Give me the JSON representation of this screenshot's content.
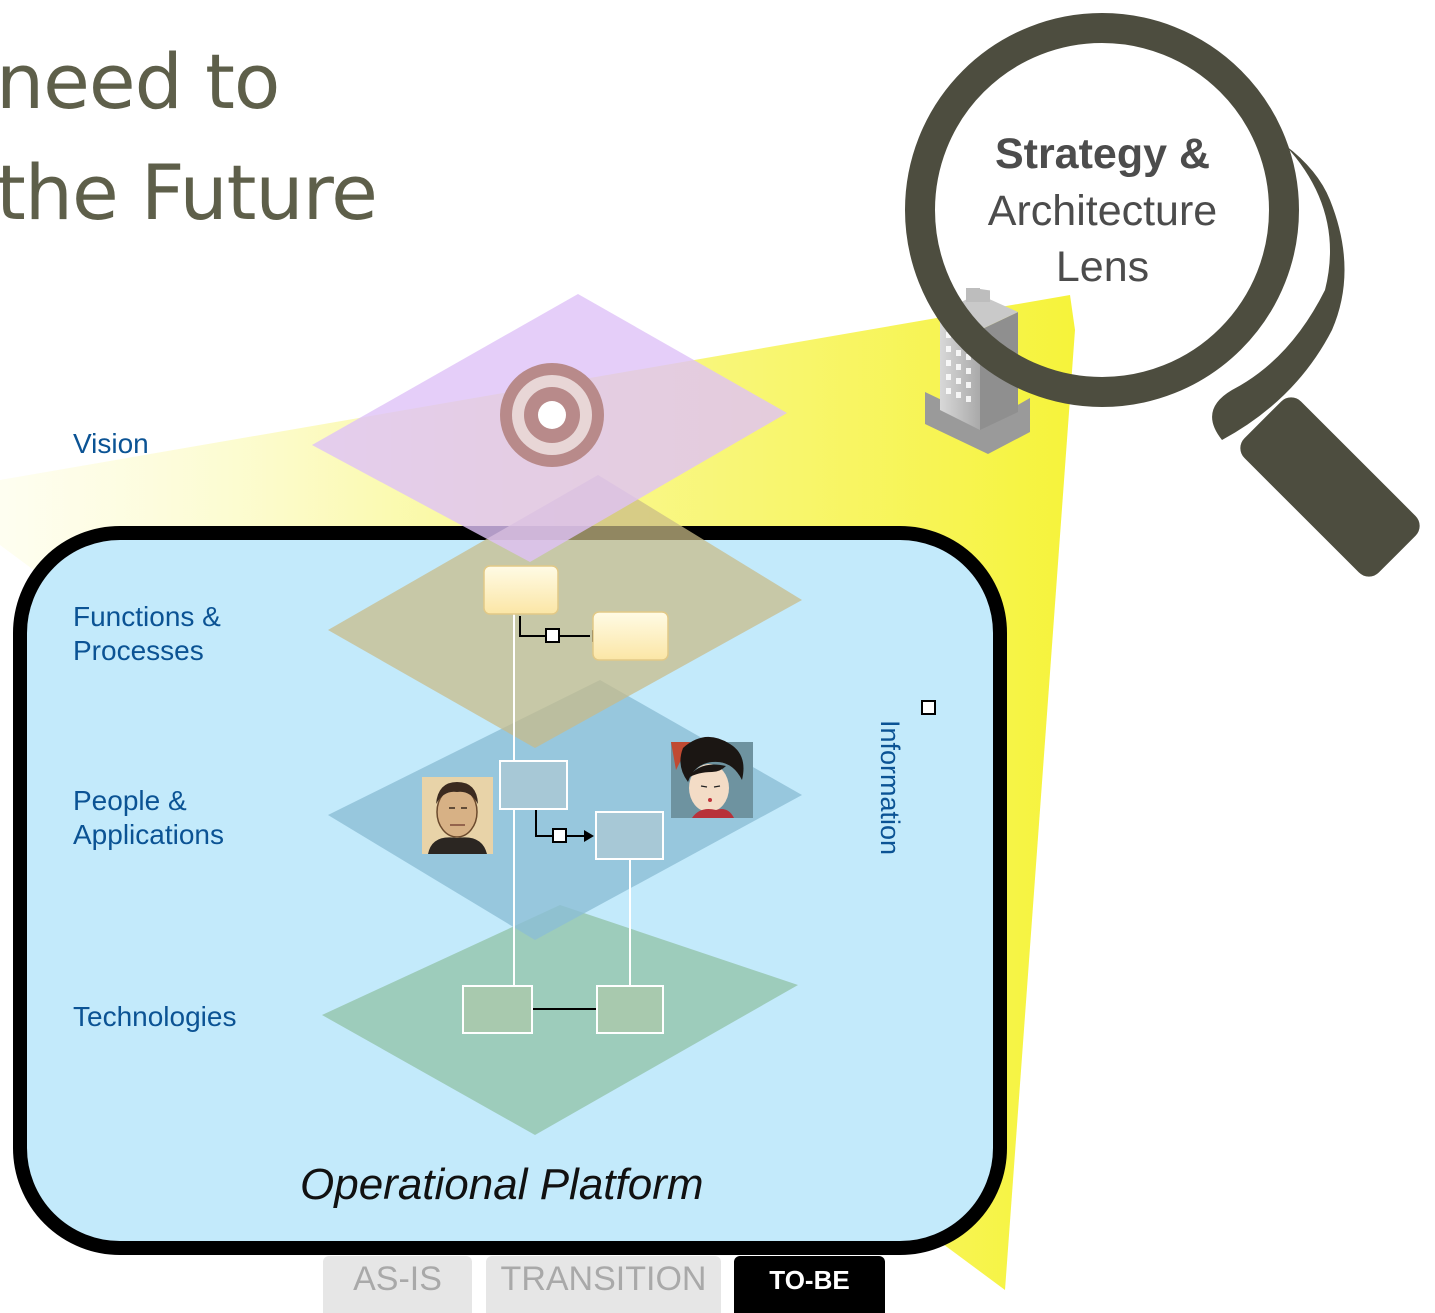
{
  "heading": {
    "line1": "need to",
    "line2": "the Future"
  },
  "lens": {
    "bold": "Strategy &",
    "line2": "Architecture",
    "line3": "Lens",
    "color": "#4d4d3f"
  },
  "layers": [
    {
      "key": "vision",
      "label": "Vision",
      "color": "#e3c9f7"
    },
    {
      "key": "functions",
      "label": "Functions &\nProcesses",
      "color": "#c7bf94"
    },
    {
      "key": "people",
      "label": "People &\nApplications",
      "color": "#9ec8dc"
    },
    {
      "key": "technologies",
      "label": "Technologies",
      "color": "#a2cbb6"
    }
  ],
  "information_label": "Information",
  "platform": {
    "label": "Operational Platform",
    "fill": "#c3eafb",
    "border": "#000000"
  },
  "phases": [
    {
      "label": "AS-IS",
      "active": false
    },
    {
      "label": "TRANSITION",
      "active": false
    },
    {
      "label": "TO-BE",
      "active": true
    }
  ],
  "colors": {
    "beam": "#f4f25a",
    "label_blue": "#0b5394",
    "heading": "#5e5f4a"
  }
}
